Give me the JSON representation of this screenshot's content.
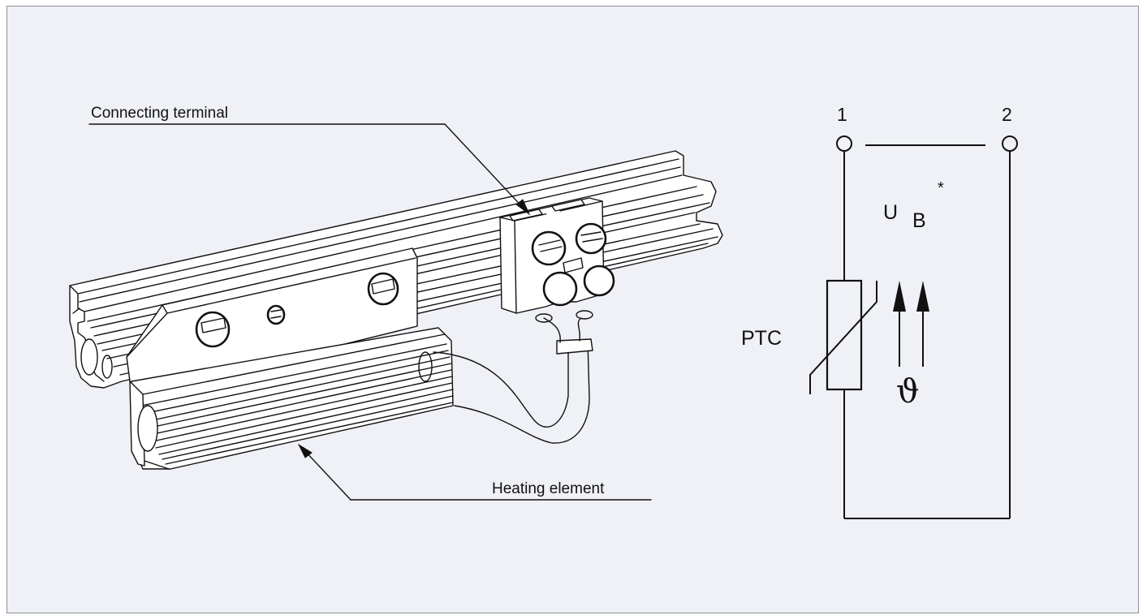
{
  "illustration": {
    "label_connecting_terminal": "Connecting terminal",
    "label_heating_element": "Heating element"
  },
  "circuit": {
    "terminal_1": "1",
    "terminal_2": "2",
    "voltage_symbol": "U",
    "voltage_subscript": "B",
    "voltage_footnote_mark": "*",
    "component_label": "PTC",
    "temperature_symbol": "ϑ"
  },
  "colors": {
    "background": "#eff1f6",
    "border": "#8a8f98",
    "line": "#111111"
  }
}
